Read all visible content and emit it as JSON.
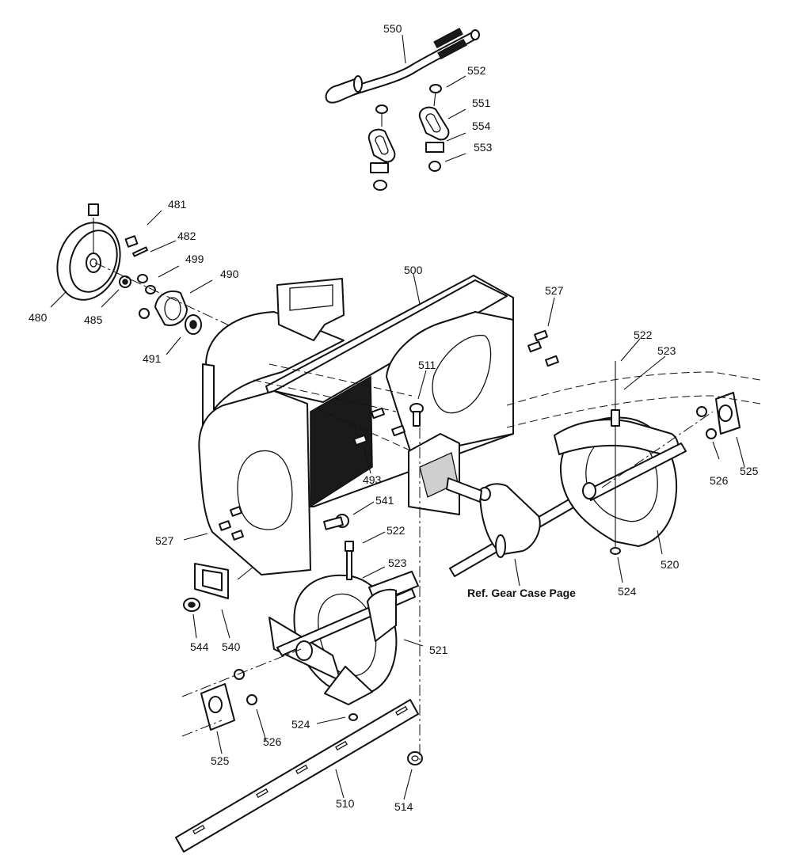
{
  "callouts": {
    "c550": "550",
    "c552": "552",
    "c551": "551",
    "c554": "554",
    "c553": "553",
    "c481": "481",
    "c482": "482",
    "c499": "499",
    "c490": "490",
    "c480": "480",
    "c485": "485",
    "c491": "491",
    "c500": "500",
    "c527a": "527",
    "c511": "511",
    "c522a": "522",
    "c523a": "523",
    "c493": "493",
    "c541": "541",
    "c522b": "522",
    "c523b": "523",
    "c527b": "527",
    "c526a": "526",
    "c525a": "525",
    "c520": "520",
    "c524a": "524",
    "c544": "544",
    "c540": "540",
    "c521": "521",
    "c524b": "524",
    "c525b": "525",
    "c526b": "526",
    "c510": "510",
    "c514": "514"
  },
  "reference": "Ref. Gear Case Page"
}
